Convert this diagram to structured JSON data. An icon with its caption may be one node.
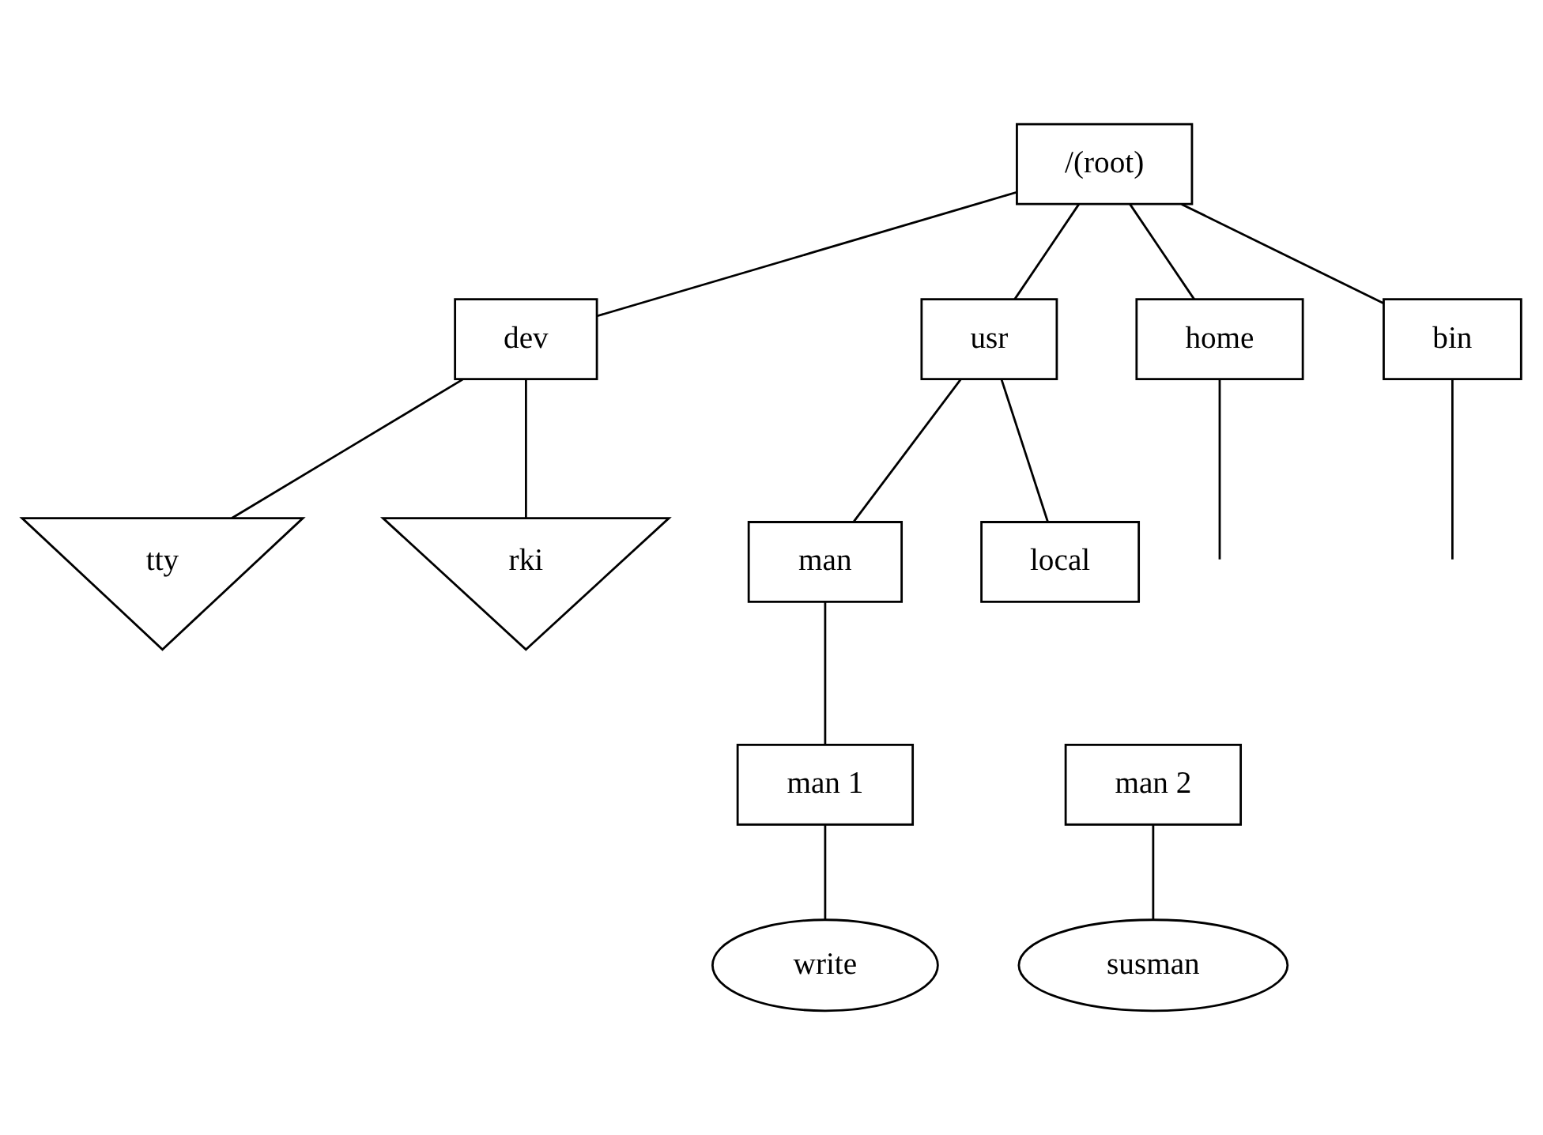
{
  "diagram": {
    "nodes": [
      {
        "text": [
          "/(root)"
        ]
      },
      {
        "text": [
          "dev"
        ]
      },
      {
        "text": [
          "usr"
        ]
      },
      {
        "text": [
          "home"
        ]
      },
      {
        "text": [
          "bin"
        ]
      },
      {
        "text": [
          "tty"
        ]
      },
      {
        "text": [
          "rki"
        ]
      },
      {
        "text": [
          "man"
        ]
      },
      {
        "text": [
          "local"
        ]
      },
      {
        "text": [
          "man 1"
        ]
      },
      {
        "text": [
          "man 2"
        ]
      },
      {
        "text": [
          "write"
        ]
      },
      {
        "text": [
          "susman"
        ]
      }
    ],
    "edges": [
      {
        "from": 0,
        "to": 1,
        "arrow": "none"
      },
      {
        "from": 0,
        "to": 2,
        "arrow": "none"
      },
      {
        "from": 0,
        "to": 3,
        "arrow": "none"
      },
      {
        "from": 0,
        "to": 4,
        "arrow": "none"
      },
      {
        "from": 1,
        "to": 5,
        "arrow": "none"
      },
      {
        "from": 1,
        "to": 6,
        "arrow": "none"
      },
      {
        "from": 2,
        "to": 7,
        "arrow": "none"
      },
      {
        "from": 2,
        "to": 8,
        "arrow": "none"
      },
      {
        "from": 3,
        "to": null,
        "arrow": "none"
      },
      {
        "from": 4,
        "to": null,
        "arrow": "none"
      },
      {
        "from": 7,
        "to": 9,
        "arrow": "none"
      },
      {
        "from": 9,
        "to": 11,
        "arrow": "none"
      },
      {
        "from": 10,
        "to": 12,
        "arrow": "none"
      }
    ]
  }
}
